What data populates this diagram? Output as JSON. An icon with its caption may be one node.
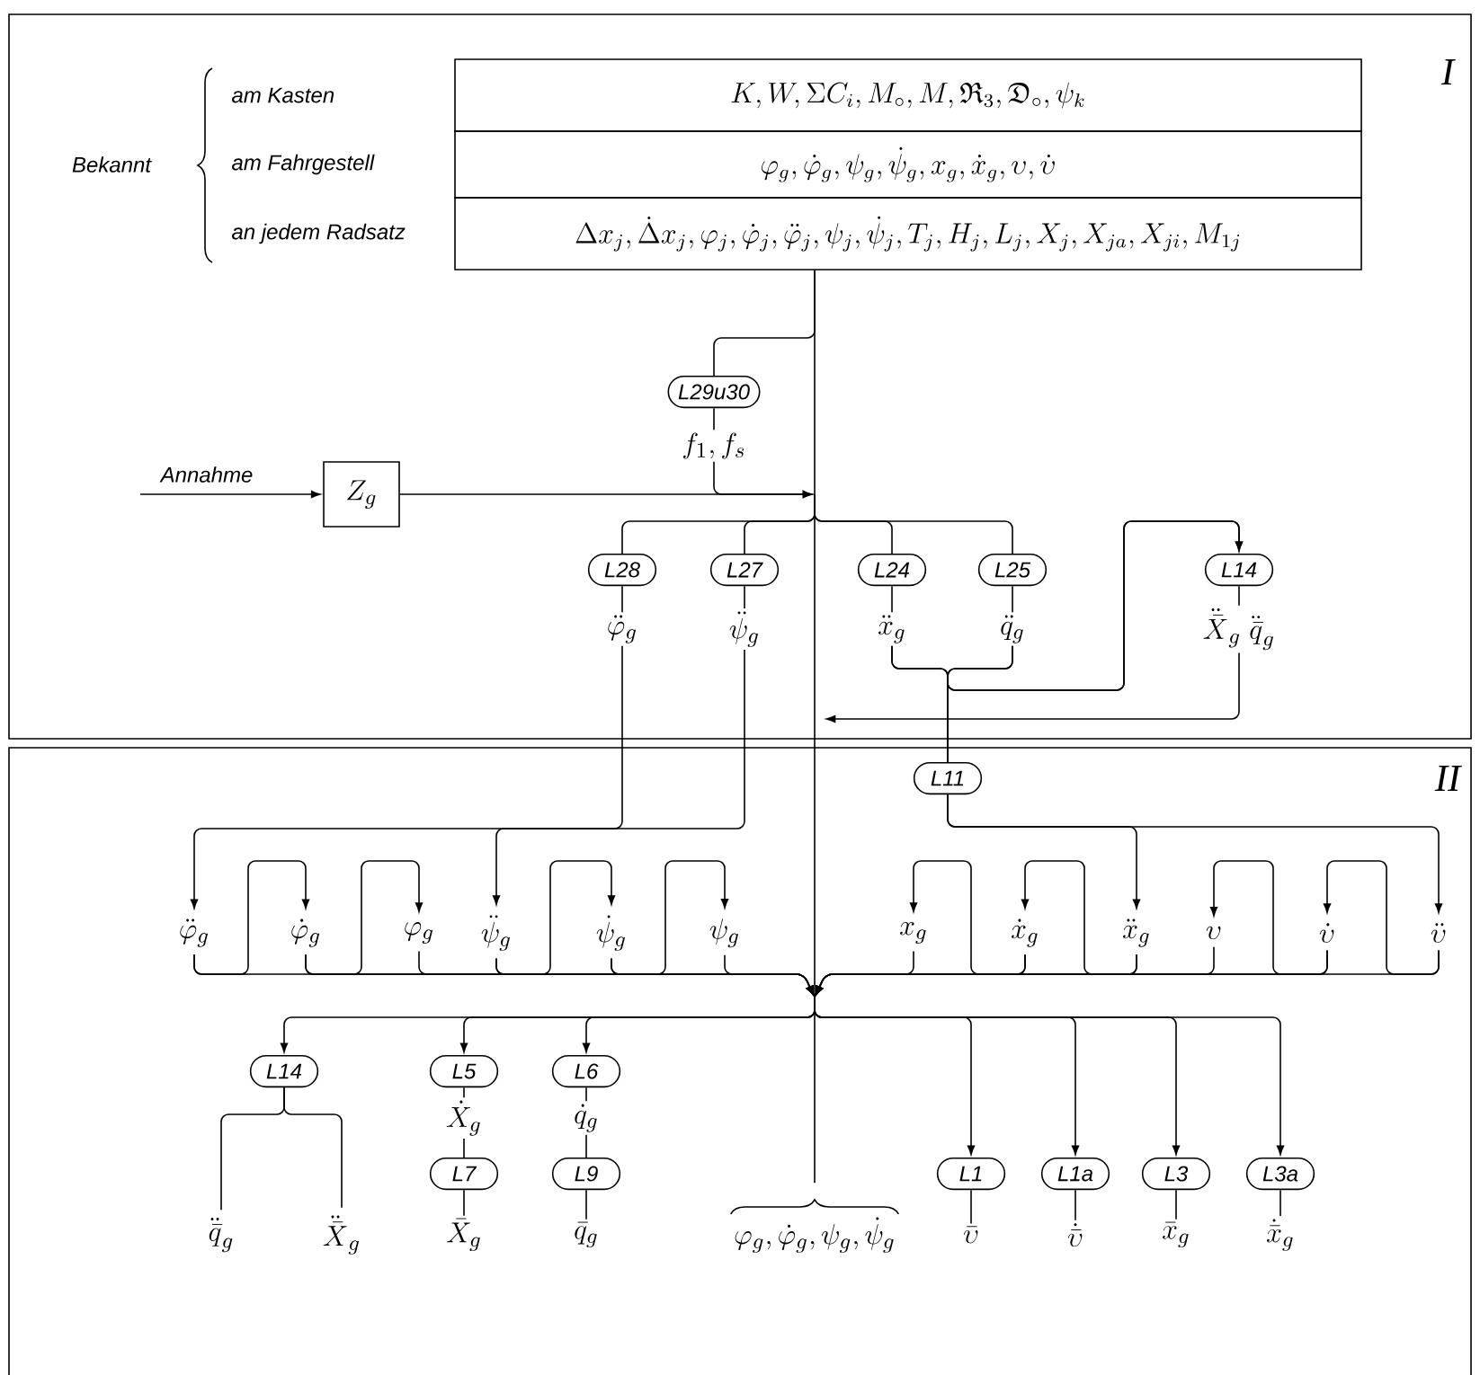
{
  "diagram": {
    "nodes": [
      {
        "text": [
          "K, W, \\Sigma C_i, M_\\circ, M, \\mathfrak{R}_3, \\mathfrak{D}_\\circ, \\psi_k"
        ]
      },
      {
        "text": [
          "\\varphi_g, \\dot{\\varphi}_g, \\psi_g, \\dot{\\psi}_g, x_g, \\dot{x}_g, \\upsilon, \\dot{\\upsilon}"
        ]
      },
      {
        "text": [
          "\\Delta x_j, \\dot{\\Delta} x_j, \\varphi_j, \\dot{\\varphi}_j, \\ddot{\\varphi}_j, \\psi_j, \\dot{\\psi}_j, T_j, H_j, L_j, X_j, X_{ja}, X_{ji}, M_{1j}"
        ]
      },
      {
        "text": [
          "L29u30",
          "f_1, f_s"
        ]
      },
      {
        "text": [
          "Z_g"
        ]
      },
      {
        "text": [
          "L28",
          "\\ddot{\\varphi}_g"
        ]
      },
      {
        "text": [
          "L27",
          "\\ddot{\\psi}_g"
        ]
      },
      {
        "text": [
          "L24",
          "\\ddot{x}_g"
        ]
      },
      {
        "text": [
          "L25",
          "\\ddot{q}_g"
        ]
      },
      {
        "text": [
          "L14",
          "\\ddot{\\bar{X}}_g\\;\\ddot{\\bar{q}}_g"
        ]
      },
      {
        "text": [
          "L11"
        ]
      },
      {
        "text": [
          "\\ddot{\\varphi}_g"
        ]
      },
      {
        "text": [
          "\\dot{\\varphi}_g"
        ]
      },
      {
        "text": [
          "\\varphi_g"
        ]
      },
      {
        "text": [
          "\\ddot{\\psi}_g"
        ]
      },
      {
        "text": [
          "\\dot{\\psi}_g"
        ]
      },
      {
        "text": [
          "\\psi_g"
        ]
      },
      {
        "text": [
          "x_g"
        ]
      },
      {
        "text": [
          "\\dot{x}_g"
        ]
      },
      {
        "text": [
          "\\ddot{x}_g"
        ]
      },
      {
        "text": [
          "\\upsilon"
        ]
      },
      {
        "text": [
          "\\dot{\\upsilon}"
        ]
      },
      {
        "text": [
          "\\ddot{\\upsilon}"
        ]
      },
      {
        "text": [
          "L14"
        ]
      },
      {
        "text": [
          "\\ddot{\\bar{q}}_g"
        ]
      },
      {
        "text": [
          "\\ddot{\\bar{X}}_g"
        ]
      },
      {
        "text": [
          "L5",
          "\\dot{X}_g"
        ]
      },
      {
        "text": [
          "L6",
          "\\dot{q}_g"
        ]
      },
      {
        "text": [
          "L7",
          "\\bar{X}_g"
        ]
      },
      {
        "text": [
          "L9",
          "\\bar{q}_g"
        ]
      },
      {
        "text": [
          "\\varphi_g, \\dot{\\varphi}_g, \\psi_g, \\dot{\\psi}_g"
        ]
      },
      {
        "text": [
          "L1",
          "\\bar{\\upsilon}"
        ]
      },
      {
        "text": [
          "L1a",
          "\\dot{\\bar{\\upsilon}}"
        ]
      },
      {
        "text": [
          "L3",
          "\\bar{x}_g"
        ]
      },
      {
        "text": [
          "L3a",
          "\\dot{\\bar{x}}_g"
        ]
      }
    ],
    "edges": [
      {
        "from": 2,
        "to": 3,
        "arrow": "none"
      },
      {
        "from": 3,
        "to": null,
        "arrow": "to"
      },
      {
        "from": null,
        "to": 4,
        "arrow": "to",
        "label": "Annahme"
      },
      {
        "from": 4,
        "to": null,
        "arrow": "to"
      },
      {
        "from": null,
        "to": 5,
        "arrow": "none"
      },
      {
        "from": null,
        "to": 6,
        "arrow": "none"
      },
      {
        "from": null,
        "to": 7,
        "arrow": "none"
      },
      {
        "from": null,
        "to": 8,
        "arrow": "none"
      },
      {
        "from": 2,
        "to": null,
        "arrow": "none"
      },
      {
        "from": 7,
        "to": 10,
        "arrow": "none"
      },
      {
        "from": 8,
        "to": 10,
        "arrow": "none"
      },
      {
        "from": 7,
        "to": 9,
        "arrow": "to"
      },
      {
        "from": 8,
        "to": 9,
        "arrow": "to"
      },
      {
        "from": 9,
        "to": null,
        "arrow": "to"
      },
      {
        "from": 10,
        "to": 19,
        "arrow": "to"
      },
      {
        "from": 10,
        "to": 22,
        "arrow": "to"
      },
      {
        "from": 5,
        "to": 11,
        "arrow": "to"
      },
      {
        "from": 6,
        "to": 14,
        "arrow": "to"
      },
      {
        "from": 11,
        "to": 12,
        "arrow": "to"
      },
      {
        "from": 12,
        "to": 13,
        "arrow": "to"
      },
      {
        "from": 14,
        "to": 15,
        "arrow": "to"
      },
      {
        "from": 15,
        "to": 16,
        "arrow": "to"
      },
      {
        "from": 19,
        "to": 18,
        "arrow": "to"
      },
      {
        "from": 18,
        "to": 17,
        "arrow": "to"
      },
      {
        "from": 22,
        "to": 21,
        "arrow": "to"
      },
      {
        "from": 21,
        "to": 20,
        "arrow": "to"
      },
      {
        "from": 11,
        "to": null,
        "arrow": "to"
      },
      {
        "from": 12,
        "to": null,
        "arrow": "to"
      },
      {
        "from": 13,
        "to": null,
        "arrow": "to"
      },
      {
        "from": 14,
        "to": null,
        "arrow": "to"
      },
      {
        "from": 15,
        "to": null,
        "arrow": "to"
      },
      {
        "from": 16,
        "to": null,
        "arrow": "to"
      },
      {
        "from": 17,
        "to": null,
        "arrow": "to"
      },
      {
        "from": 18,
        "to": null,
        "arrow": "to"
      },
      {
        "from": 19,
        "to": null,
        "arrow": "to"
      },
      {
        "from": 20,
        "to": null,
        "arrow": "to"
      },
      {
        "from": 21,
        "to": null,
        "arrow": "to"
      },
      {
        "from": 22,
        "to": null,
        "arrow": "to"
      },
      {
        "from": null,
        "to": 23,
        "arrow": "to"
      },
      {
        "from": null,
        "to": 26,
        "arrow": "to"
      },
      {
        "from": null,
        "to": 27,
        "arrow": "to"
      },
      {
        "from": null,
        "to": 30,
        "arrow": "none"
      },
      {
        "from": null,
        "to": 31,
        "arrow": "to"
      },
      {
        "from": null,
        "to": 32,
        "arrow": "to"
      },
      {
        "from": null,
        "to": 33,
        "arrow": "to"
      },
      {
        "from": null,
        "to": 34,
        "arrow": "to"
      },
      {
        "from": 23,
        "to": 24,
        "arrow": "none"
      },
      {
        "from": 23,
        "to": 25,
        "arrow": "none"
      },
      {
        "from": 26,
        "to": 28,
        "arrow": "none"
      },
      {
        "from": 27,
        "to": 29,
        "arrow": "none"
      }
    ],
    "labels": [
      "I",
      "am Kasten",
      "Bekannt",
      "am Fahrgestell",
      "an jedem Radsatz",
      "II"
    ]
  }
}
